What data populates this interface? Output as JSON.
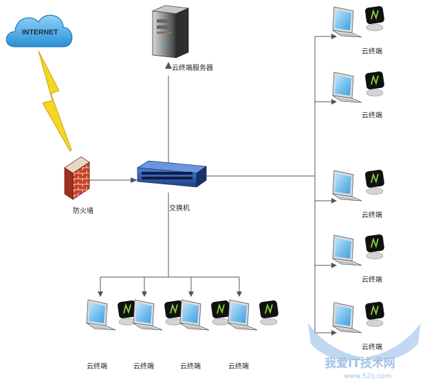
{
  "cloud": {
    "label": "INTERNET",
    "icon": "cloud-icon"
  },
  "server": {
    "label": "云终端服务器",
    "icon": "server-icon"
  },
  "firewall": {
    "label": "防火墙",
    "icon": "firewall-icon"
  },
  "switch": {
    "label": "交换机",
    "icon": "switch-icon"
  },
  "terminal_label": "云终端",
  "right_terminals": [
    {
      "label": "云终端"
    },
    {
      "label": "云终端"
    },
    {
      "label": "云终端"
    },
    {
      "label": "云终端"
    },
    {
      "label": "云终端"
    }
  ],
  "bottom_terminals": [
    {
      "label": "云终端"
    },
    {
      "label": "云终端"
    },
    {
      "label": "云终端"
    },
    {
      "label": "云终端"
    }
  ],
  "watermark": {
    "text": "我爱IT技术网",
    "url": "www.52ij.com"
  },
  "colors": {
    "lines": "#555555",
    "cloud": "#3fa9e6",
    "bolt": "#f2d21a",
    "switch": "#2b56a8",
    "brick": "#c23a24"
  }
}
